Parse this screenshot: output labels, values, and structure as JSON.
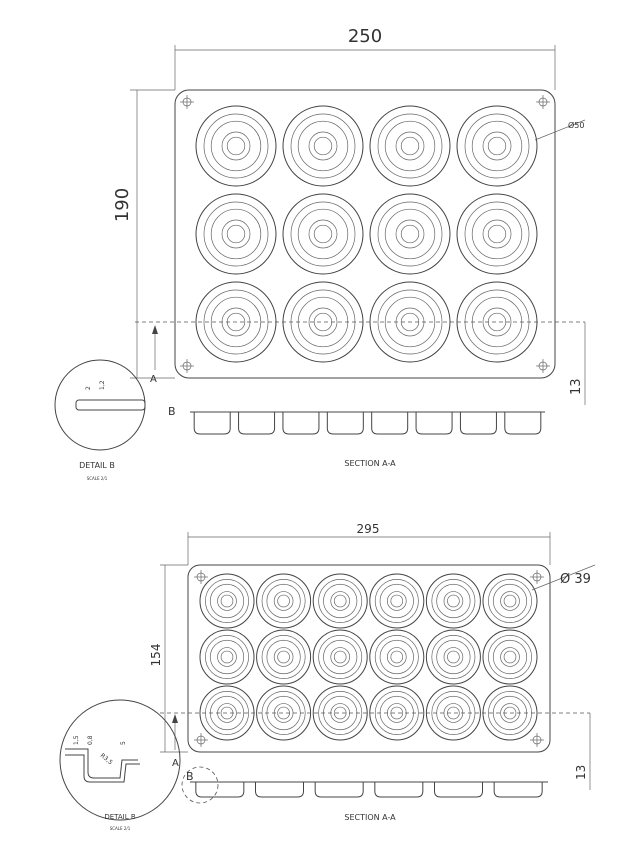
{
  "drawing1": {
    "width_dim": "250",
    "height_dim": "190",
    "diameter": "Ø50",
    "depth_dim": "13",
    "rows": 3,
    "cols": 4,
    "section_label": "SECTION A-A",
    "section_marker": "A",
    "detail_marker": "B",
    "detail_title": "DETAIL B",
    "detail_scale": "SCALE 2/1",
    "detail_dims": [
      "2",
      "1,2"
    ]
  },
  "drawing2": {
    "width_dim": "295",
    "height_dim": "154",
    "diameter": "Ø 39",
    "depth_dim": "13",
    "rows": 3,
    "cols": 6,
    "section_label": "SECTION A-A",
    "section_marker": "A",
    "detail_marker": "B",
    "detail_title": "DETAIL B",
    "detail_scale": "SCALE 2/1",
    "detail_dims": [
      "1,5",
      "0,8",
      "5",
      "R3,5"
    ]
  }
}
